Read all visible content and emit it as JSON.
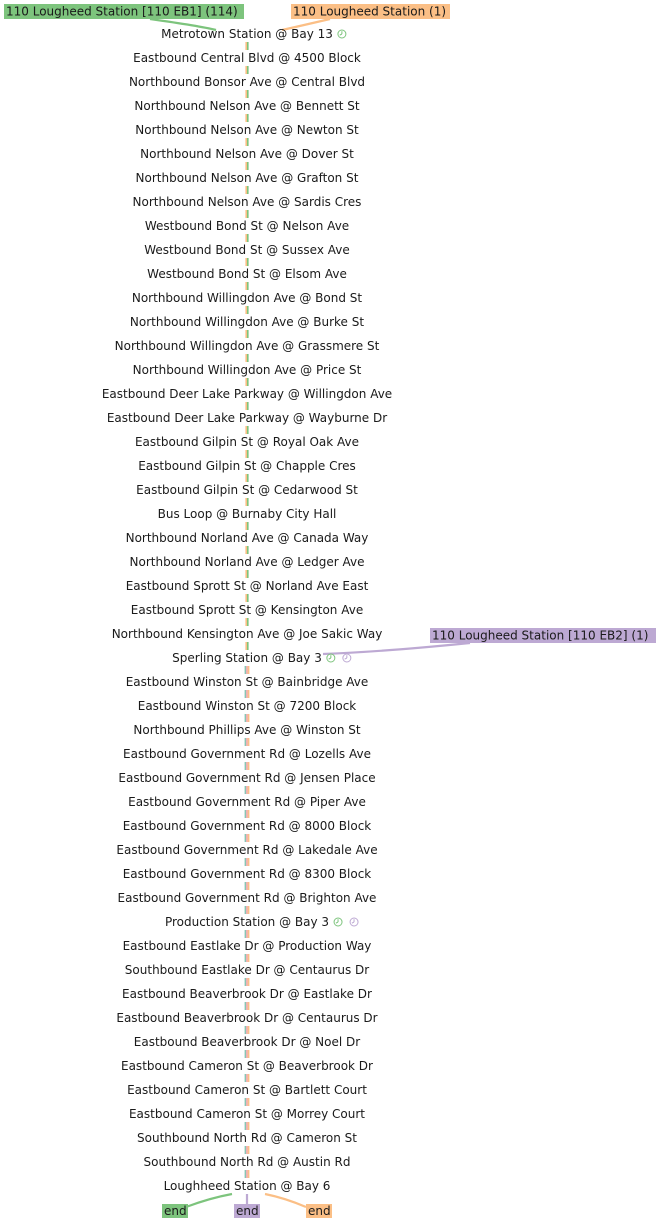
{
  "routes": [
    {
      "label": "110 Lougheed Station [110 EB1] (114)",
      "color": "#7dc47d",
      "end_label": "end"
    },
    {
      "label": "110 Lougheed Station (1)",
      "color": "#fbbf86",
      "end_label": "end"
    },
    {
      "label": "110 Lougheed Station [110 EB2] (1)",
      "color": "#bda9d3",
      "end_label": "end"
    }
  ],
  "stops": [
    {
      "name": "Metrotown Station @ Bay 13",
      "timepoints": [
        "green"
      ]
    },
    {
      "name": "Eastbound Central Blvd @ 4500 Block",
      "timepoints": []
    },
    {
      "name": "Northbound Bonsor Ave @ Central Blvd",
      "timepoints": []
    },
    {
      "name": "Northbound Nelson Ave @ Bennett St",
      "timepoints": []
    },
    {
      "name": "Northbound Nelson Ave @ Newton St",
      "timepoints": []
    },
    {
      "name": "Northbound Nelson Ave @ Dover St",
      "timepoints": []
    },
    {
      "name": "Northbound Nelson Ave @ Grafton St",
      "timepoints": []
    },
    {
      "name": "Northbound Nelson Ave @ Sardis Cres",
      "timepoints": []
    },
    {
      "name": "Westbound Bond St @ Nelson Ave",
      "timepoints": []
    },
    {
      "name": "Westbound Bond St @ Sussex Ave",
      "timepoints": []
    },
    {
      "name": "Westbound Bond St @ Elsom Ave",
      "timepoints": []
    },
    {
      "name": "Northbound Willingdon Ave @ Bond St",
      "timepoints": []
    },
    {
      "name": "Northbound Willingdon Ave @ Burke St",
      "timepoints": []
    },
    {
      "name": "Northbound Willingdon Ave @ Grassmere St",
      "timepoints": []
    },
    {
      "name": "Northbound Willingdon Ave @ Price St",
      "timepoints": []
    },
    {
      "name": "Eastbound Deer Lake Parkway @ Willingdon Ave",
      "timepoints": []
    },
    {
      "name": "Eastbound Deer Lake Parkway @ Wayburne Dr",
      "timepoints": []
    },
    {
      "name": "Eastbound Gilpin St @ Royal Oak Ave",
      "timepoints": []
    },
    {
      "name": "Eastbound Gilpin St @ Chapple Cres",
      "timepoints": []
    },
    {
      "name": "Eastbound Gilpin St @ Cedarwood St",
      "timepoints": []
    },
    {
      "name": "Bus Loop @ Burnaby City Hall",
      "timepoints": []
    },
    {
      "name": "Northbound Norland Ave @ Canada Way",
      "timepoints": []
    },
    {
      "name": "Northbound Norland Ave @ Ledger Ave",
      "timepoints": []
    },
    {
      "name": "Eastbound Sprott St @ Norland Ave East",
      "timepoints": []
    },
    {
      "name": "Eastbound Sprott St @ Kensington Ave",
      "timepoints": []
    },
    {
      "name": "Northbound Kensington Ave @ Joe Sakic Way",
      "timepoints": []
    },
    {
      "name": "Sperling Station @ Bay 3",
      "timepoints": [
        "green",
        "purple"
      ]
    },
    {
      "name": "Eastbound Winston St @ Bainbridge Ave",
      "timepoints": []
    },
    {
      "name": "Eastbound Winston St @ 7200 Block",
      "timepoints": []
    },
    {
      "name": "Northbound Phillips Ave @ Winston St",
      "timepoints": []
    },
    {
      "name": "Eastbound Government Rd @ Lozells Ave",
      "timepoints": []
    },
    {
      "name": "Eastbound Government Rd @ Jensen Place",
      "timepoints": []
    },
    {
      "name": "Eastbound Government Rd @ Piper Ave",
      "timepoints": []
    },
    {
      "name": "Eastbound Government Rd @ 8000 Block",
      "timepoints": []
    },
    {
      "name": "Eastbound Government Rd @ Lakedale Ave",
      "timepoints": []
    },
    {
      "name": "Eastbound Government Rd @ 8300 Block",
      "timepoints": []
    },
    {
      "name": "Eastbound Government Rd @ Brighton Ave",
      "timepoints": []
    },
    {
      "name": "Production Station @ Bay 3",
      "timepoints": [
        "green",
        "purple"
      ]
    },
    {
      "name": "Eastbound Eastlake Dr @ Production Way",
      "timepoints": []
    },
    {
      "name": "Southbound Eastlake Dr @ Centaurus Dr",
      "timepoints": []
    },
    {
      "name": "Eastbound Beaverbrook Dr @ Eastlake Dr",
      "timepoints": []
    },
    {
      "name": "Eastbound Beaverbrook Dr @ Centaurus Dr",
      "timepoints": []
    },
    {
      "name": "Eastbound Beaverbrook Dr @ Noel Dr",
      "timepoints": []
    },
    {
      "name": "Eastbound Cameron St @ Beaverbrook Dr",
      "timepoints": []
    },
    {
      "name": "Eastbound Cameron St @ Bartlett Court",
      "timepoints": []
    },
    {
      "name": "Eastbound Cameron St @ Morrey Court",
      "timepoints": []
    },
    {
      "name": "Southbound North Rd @ Cameron St",
      "timepoints": []
    },
    {
      "name": "Southbound North Rd @ Austin Rd",
      "timepoints": []
    },
    {
      "name": "Loughheed Station @ Bay 6",
      "timepoints": []
    }
  ],
  "colors": {
    "green": "#7dc47d",
    "orange": "#fbbf86",
    "purple": "#bda9d3",
    "pink": "#f4a6a6",
    "teal": "#88c5b5",
    "text": "#1a1a1a"
  }
}
